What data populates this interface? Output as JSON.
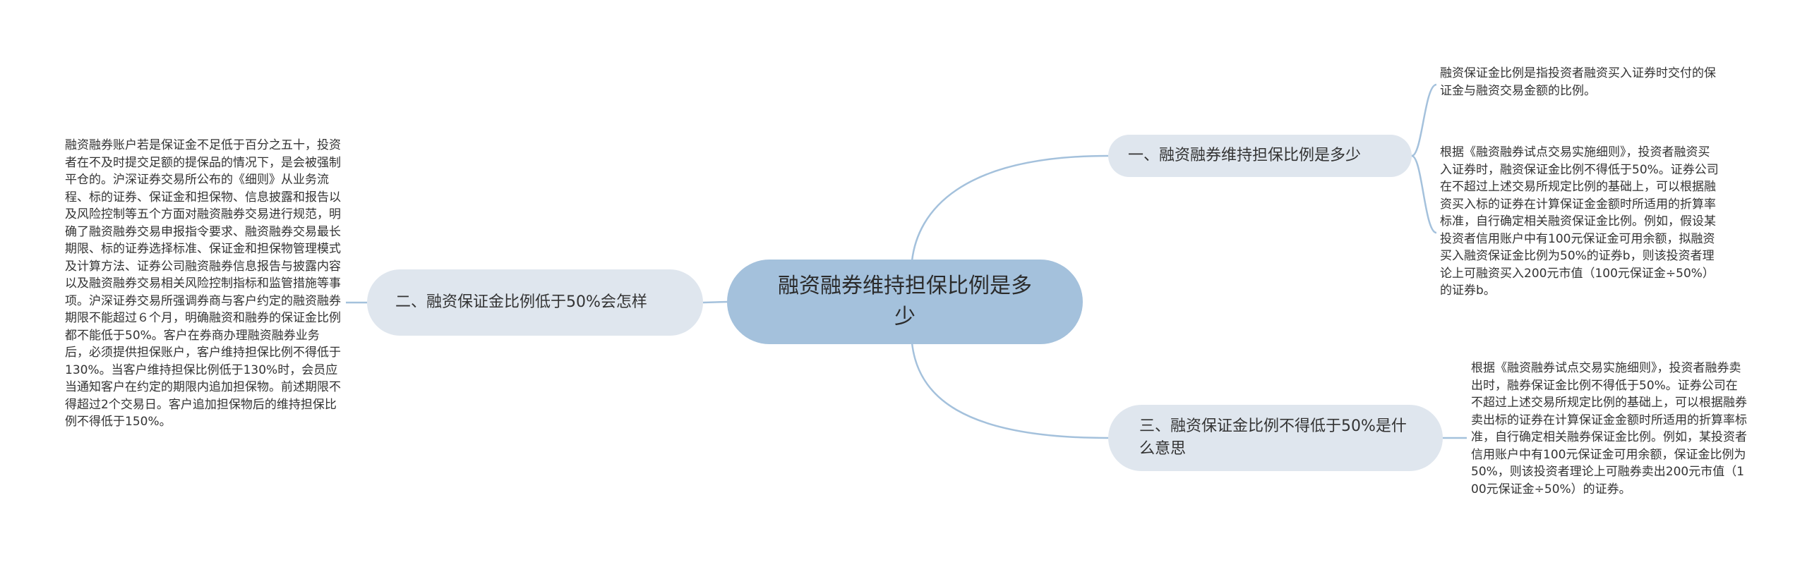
{
  "central": {
    "title": "融资融券维持担保比例是多少"
  },
  "branches": [
    {
      "label": "一、融资融券维持担保比例是多少",
      "leaves": [
        "融资保证金比例是指投资者融资买入证券时交付的保证金与融资交易金额的比例。",
        "根据《融资融券试点交易实施细则》，投资者融资买入证券时，融资保证金比例不得低于50%。证券公司在不超过上述交易所规定比例的基础上，可以根据融资买入标的证券在计算保证金金额时所适用的折算率标准，自行确定相关融资保证金比例。例如，假设某投资者信用账户中有100元保证金可用余额，拟融资买入融资保证金比例为50%的证券b，则该投资者理论上可融资买入200元市值（100元保证金÷50%）的证券b。"
      ]
    },
    {
      "label": "二、融资保证金比例低于50%会怎样",
      "leaves": [
        "融资融券账户若是保证金不足低于百分之五十，投资者在不及时提交足额的提保品的情况下，是会被强制平仓的。沪深证券交易所公布的《细则》从业务流程、标的证券、保证金和担保物、信息披露和报告以及风险控制等五个方面对融资融券交易进行规范，明确了融资融券交易申报指令要求、融资融券交易最长期限、标的证券选择标准、保证金和担保物管理模式及计算方法、证券公司融资融券信息报告与披露内容以及融资融券交易相关风险控制指标和监管措施等事项。沪深证券交易所强调券商与客户约定的融资融券期限不能超过６个月，明确融资和融券的保证金比例都不能低于50%。客户在券商办理融资融券业务后，必须提供担保账户，客户维持担保比例不得低于130%。当客户维持担保比例低于130%时，会员应当通知客户在约定的期限内追加担保物。前述期限不得超过2个交易日。客户追加担保物后的维持担保比例不得低于150%。"
      ]
    },
    {
      "label": "三、融资保证金比例不得低于50%是什么意思",
      "leaves": [
        "根据《融资融券试点交易实施细则》，投资者融券卖出时，融券保证金比例不得低于50%。证券公司在不超过上述交易所规定比例的基础上，可以根据融券卖出标的证券在计算保证金金额时所适用的折算率标准，自行确定相关融券保证金比例。例如，某投资者信用账户中有100元保证金可用余额，保证金比例为50%，则该投资者理论上可融券卖出200元市值（100元保证金÷50%）的证券。"
      ]
    }
  ],
  "colors": {
    "central_fill": "#a4c1dc",
    "branch_fill": "#dfe6ee",
    "connector": "#a4c1dc"
  }
}
